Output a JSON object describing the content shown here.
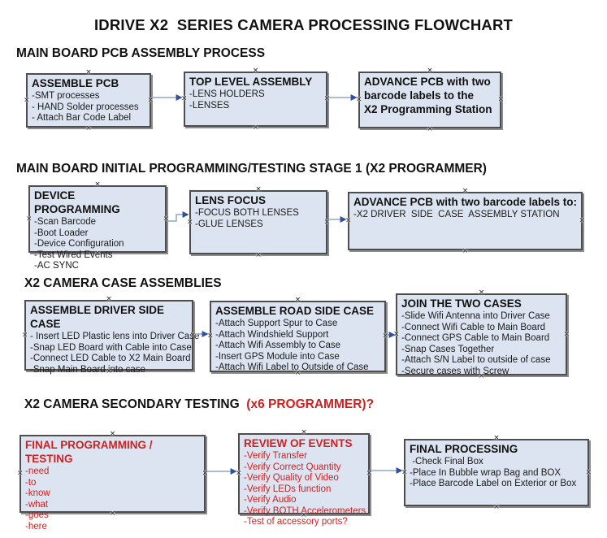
{
  "title": "IDRIVE X2  SERIES CAMERA PROCESSING FLOWCHART",
  "colors": {
    "accent_red": "#cc2222",
    "box_fill": "#dce4f1",
    "box_border": "#4d4d4d",
    "arrow_line": "#8fa5c6",
    "arrow_head": "#2f4f9f"
  },
  "sections": [
    {
      "header_black": "MAIN BOARD PCB ASSEMBLY PROCESS",
      "header_red": "",
      "boxes": [
        {
          "title": "ASSEMBLE PCB",
          "items": [
            "-SMT processes",
            "- HAND Solder processes",
            "- Attach Bar Code Label"
          ]
        },
        {
          "title": "TOP LEVEL ASSEMBLY",
          "items": [
            "-LENS HOLDERS",
            "-LENSES"
          ]
        },
        {
          "title": "ADVANCE PCB with two\nbarcode labels to the\n X2 Programming Station",
          "items": []
        }
      ]
    },
    {
      "header_black": "MAIN BOARD INITIAL PROGRAMMING/TESTING STAGE 1 (X2 PROGRAMMER)",
      "header_red": "",
      "boxes": [
        {
          "title": "DEVICE PROGRAMMING",
          "items": [
            "-Scan Barcode",
            "-Boot Loader",
            "-Device Configuration",
            "-Test Wired Events",
            "-AC SYNC"
          ]
        },
        {
          "title": "LENS FOCUS",
          "items": [
            "-FOCUS BOTH LENSES",
            "-GLUE LENSES"
          ]
        },
        {
          "title": "ADVANCE PCB with two barcode labels to:",
          "items": [
            "-X2 DRIVER  SIDE  CASE  ASSEMBLY STATION"
          ]
        }
      ]
    },
    {
      "header_black": "X2 CAMERA CASE ASSEMBLIES",
      "header_red": "",
      "boxes": [
        {
          "title": "ASSEMBLE DRIVER SIDE CASE",
          "items": [
            "- Insert LED Plastic lens into Driver Case",
            "-Snap LED Board with Cable into Case",
            "-Connect LED Cable to X2 Main Board",
            "-Snap Main Board into case"
          ]
        },
        {
          "title": "ASSEMBLE ROAD SIDE CASE",
          "items": [
            "-Attach Support Spur to Case",
            "-Attach Windshield Support",
            "-Attach Wifi Assembly to Case",
            "-Insert GPS Module into Case",
            "-Attach Wifi Label to Outside of Case"
          ]
        },
        {
          "title": "JOIN THE TWO CASES",
          "items": [
            "-Slide Wifi Antenna into Driver Case",
            "-Connect Wifi Cable to Main Board",
            "-Connect GPS Cable to Main Board",
            "-Snap Cases Together",
            "-Attach S/N Label to outside of case",
            "-Secure cases with Screw"
          ]
        }
      ]
    },
    {
      "header_black": "X2 CAMERA SECONDARY TESTING ",
      "header_red": " (x6 PROGRAMMER)?",
      "boxes": [
        {
          "title": "FINAL PROGRAMMING / TESTING",
          "items": [
            "-need",
            "-to",
            "-know",
            "-what",
            "-goes",
            "-here"
          ]
        },
        {
          "title": "REVIEW OF EVENTS",
          "items": [
            "-Verify Transfer",
            "-Verify Correct Quantity",
            "-Verify Quality of Video",
            "-Verify LEDs function",
            "-Verify Audio",
            "-Verify BOTH Accelerometers",
            "-Test of accessory ports?"
          ]
        },
        {
          "title": "FINAL PROCESSING",
          "items": [
            " -Check Final Box",
            "-Place In Bubble wrap Bag and BOX",
            "-Place Barcode Label on Exterior or Box"
          ]
        }
      ]
    }
  ]
}
